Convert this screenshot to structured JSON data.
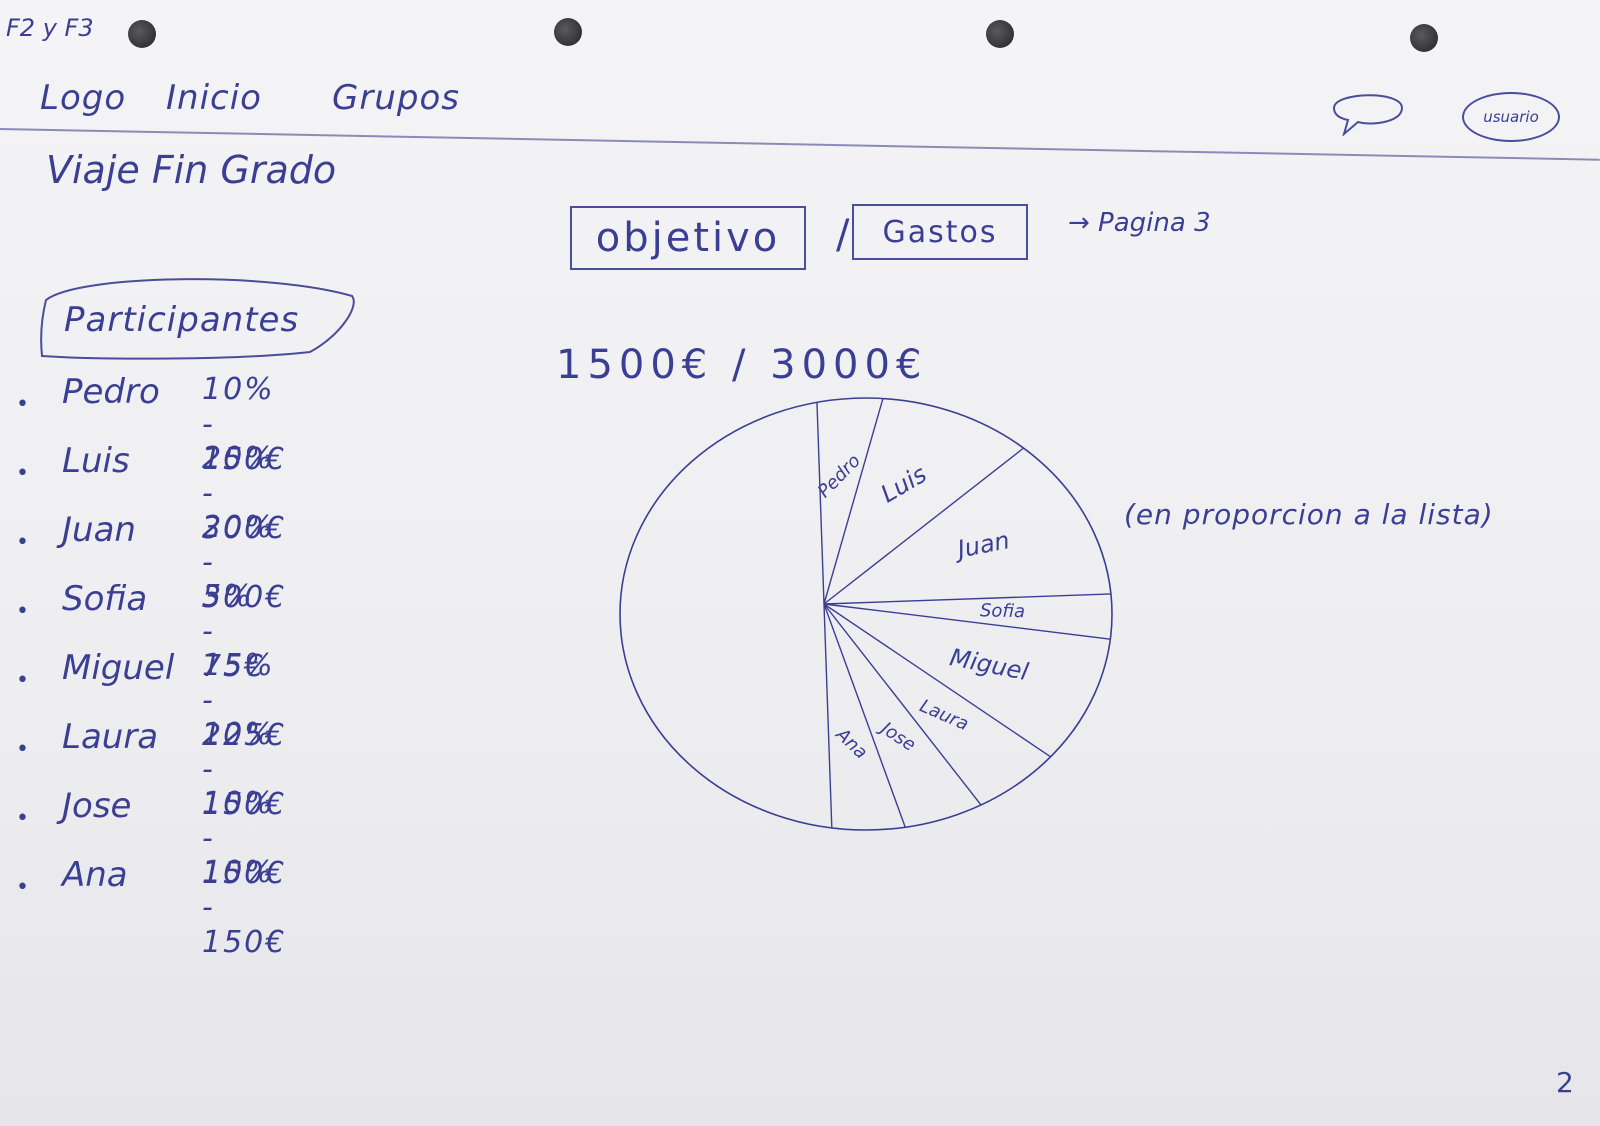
{
  "sheet": {
    "corner_note": "F2 y F3",
    "page_number": "2"
  },
  "nav": {
    "logo": "Logo",
    "inicio": "Inicio",
    "grupos": "Grupos",
    "chat_icon": "speech-bubble-icon",
    "user_label": "usuario"
  },
  "page": {
    "title": "Viaje Fin Grado"
  },
  "tabs": {
    "objetivo": "objetivo",
    "separator": "/",
    "gastos": "Gastos",
    "gastos_note": "→ Pagina 3"
  },
  "participants": {
    "header": "Participantes",
    "items": [
      {
        "name": "Pedro",
        "amount": "10% - 150€"
      },
      {
        "name": "Luis",
        "amount": "20% - 300€"
      },
      {
        "name": "Juan",
        "amount": "20% - 300€"
      },
      {
        "name": "Sofia",
        "amount": "5% - 75€"
      },
      {
        "name": "Miguel",
        "amount": "15% - 225€"
      },
      {
        "name": "Laura",
        "amount": "10% - 150€"
      },
      {
        "name": "Jose",
        "amount": "10% - 150€"
      },
      {
        "name": "Ana",
        "amount": "10% - 150€"
      }
    ]
  },
  "goal": {
    "progress_text": "1500€ / 3000€",
    "collected": 1500,
    "target": 3000,
    "note": "(en proporcion a la lista)"
  },
  "chart_data": {
    "type": "pie",
    "labels": [
      "Pedro",
      "Luis",
      "Juan",
      "Sofia",
      "Miguel",
      "Laura",
      "Jose",
      "Ana"
    ],
    "values": [
      150,
      300,
      300,
      75,
      225,
      150,
      150,
      150
    ],
    "remaining": 1500,
    "ink_color": "#3b3f93"
  }
}
